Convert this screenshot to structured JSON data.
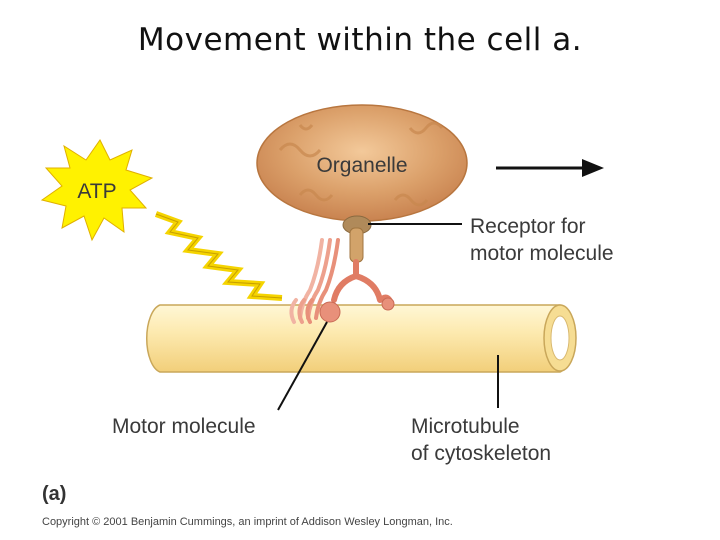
{
  "title": "Movement within the cell a.",
  "diagram": {
    "atp_label": "ATP",
    "organelle_label": "Organelle",
    "receptor_label_line1": "Receptor for",
    "receptor_label_line2": "motor molecule",
    "motor_label": "Motor molecule",
    "microtubule_label_line1": "Microtubule",
    "microtubule_label_line2": "of cytoskeleton",
    "panel_label": "(a)",
    "copyright": "Copyright © 2001 Benjamin Cummings, an imprint of Addison Wesley Longman, Inc."
  },
  "colors": {
    "organelle": "#d89a5e",
    "microtubule": "#fbe9a8",
    "motor": "#e8907a",
    "atp_star": "#fff200",
    "lines": "#111111"
  }
}
